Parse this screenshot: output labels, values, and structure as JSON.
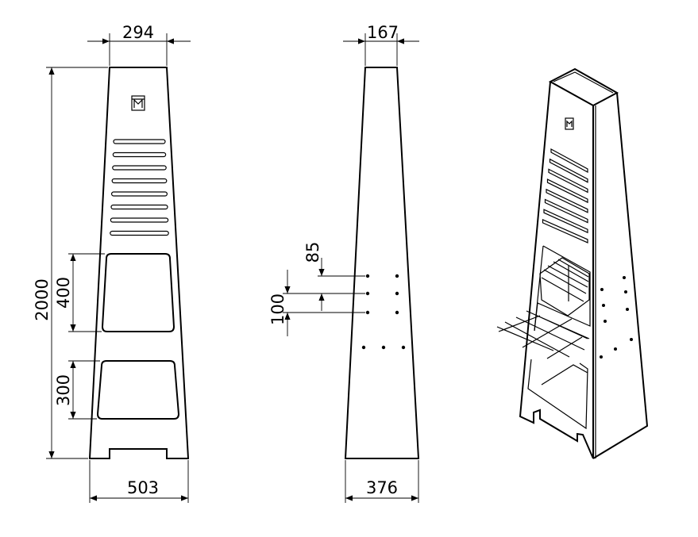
{
  "front_view": {
    "top_width": "294",
    "height": "2000",
    "upper_opening_height": "400",
    "lower_opening_height": "300",
    "base_width": "503"
  },
  "side_view": {
    "top_width": "167",
    "hole_spacing_top": "85",
    "hole_spacing_lower": "100",
    "base_width": "376"
  },
  "iso_view": {}
}
